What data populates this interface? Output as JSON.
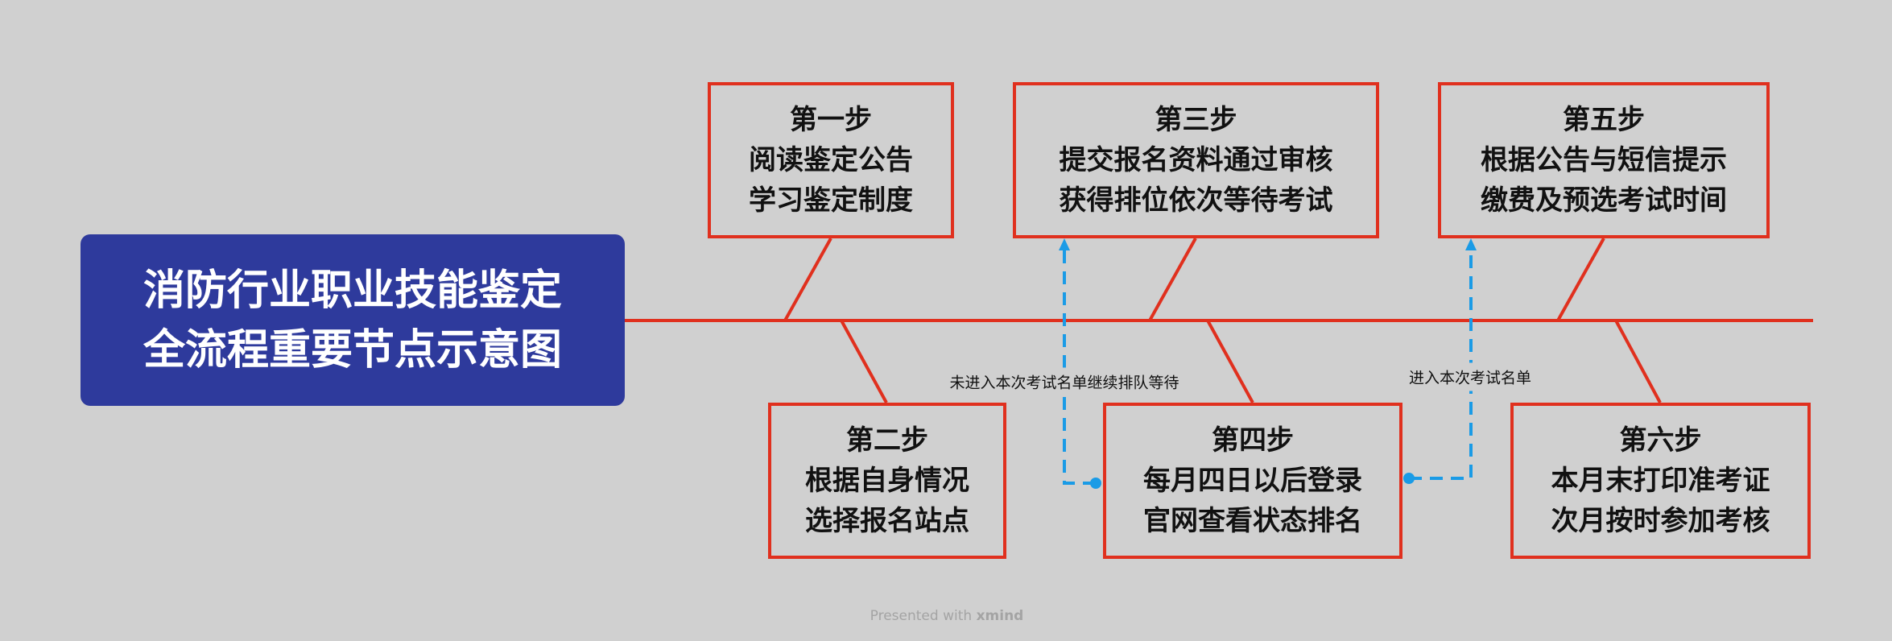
{
  "title": {
    "line1": "消防行业职业技能鉴定",
    "line2": "全流程重要节点示意图"
  },
  "steps": [
    {
      "heading": "第一步",
      "line1": "阅读鉴定公告",
      "line2": "学习鉴定制度"
    },
    {
      "heading": "第二步",
      "line1": "根据自身情况",
      "line2": "选择报名站点"
    },
    {
      "heading": "第三步",
      "line1": "提交报名资料通过审核",
      "line2": "获得排位依次等待考试"
    },
    {
      "heading": "第四步",
      "line1": "每月四日以后登录",
      "line2": "官网查看状态排名"
    },
    {
      "heading": "第五步",
      "line1": "根据公告与短信提示",
      "line2": "缴费及预选考试时间"
    },
    {
      "heading": "第六步",
      "line1": "本月末打印准考证",
      "line2": "次月按时参加考核"
    }
  ],
  "connectors": [
    {
      "from": "第四步",
      "to": "第三步",
      "label": "未进入本次考试名单继续排队等待"
    },
    {
      "from": "第四步",
      "to": "第五步",
      "label": "进入本次考试名单"
    }
  ],
  "footer": {
    "prefix": "Presented with",
    "brand": "xmind"
  },
  "colors": {
    "background": "#d0d0d0",
    "title_bg": "#2e3a9c",
    "line": "#e0301e",
    "connector": "#1a9be6"
  }
}
